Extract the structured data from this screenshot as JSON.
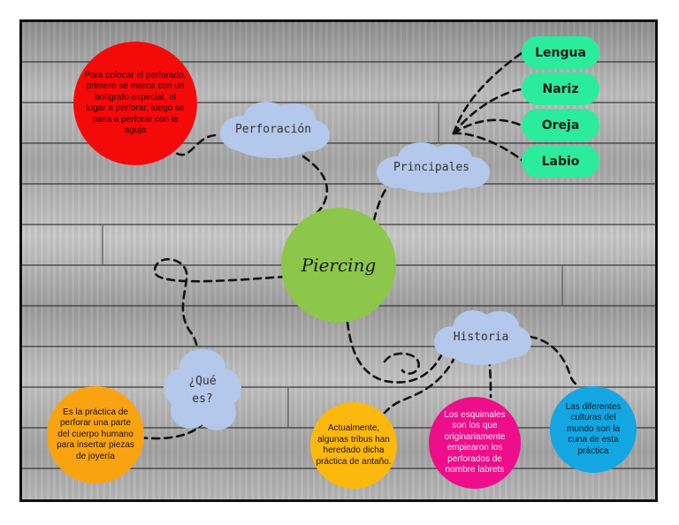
{
  "center": {
    "label": "Piercing"
  },
  "branches": {
    "perforacion": {
      "label": "Perforación",
      "note": "Para colocar el perforado, primero se marca con un bolígrafo especial, el lugar a perforar, luego se pasa a perforar con la aguja"
    },
    "principales": {
      "label": "Principales",
      "items": [
        "Lengua",
        "Nariz",
        "Oreja",
        "Labio"
      ]
    },
    "historia": {
      "label": "Historia",
      "notes": [
        "Actualmente, algunas tribus han heredado dicha práctica de antaño.",
        "Los esquimales son los que originariamente empiearon los perforados de nombre labrets",
        "Las diferentes culturas del mundo son la cuna de esta práctica"
      ]
    },
    "que_es": {
      "label_line1": "¿Qué",
      "label_line2": "es?",
      "note": "Es la práctica de perforar una parte del cuerpo humano para insertar piezas de joyería"
    }
  },
  "colors": {
    "center": "#8cc64a",
    "cloud": "#b3c8ea",
    "pill": "#2bec9c",
    "red_note": "#f50a0a",
    "orange_note": "#f9a310",
    "yellow_note": "#fcb80c",
    "pink_note": "#ee0d8a",
    "blue_note": "#13a6e2"
  }
}
